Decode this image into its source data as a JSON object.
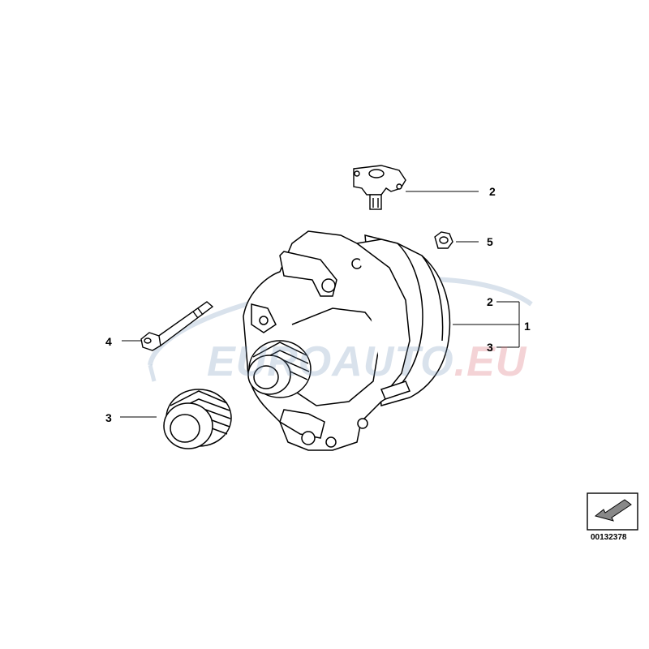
{
  "callouts": {
    "regulator": "2",
    "nut": "5",
    "upper_bracket": "2",
    "assembly": "1",
    "lower_bracket": "3",
    "bolt": "4",
    "pulley": "3"
  },
  "watermark": {
    "main": "EUROAUTO",
    "suffix": ".EU"
  },
  "catalog_number": "00132378",
  "colors": {
    "line": "#000000",
    "watermark_blue": "#7896b9",
    "watermark_red": "#dc6e78"
  }
}
